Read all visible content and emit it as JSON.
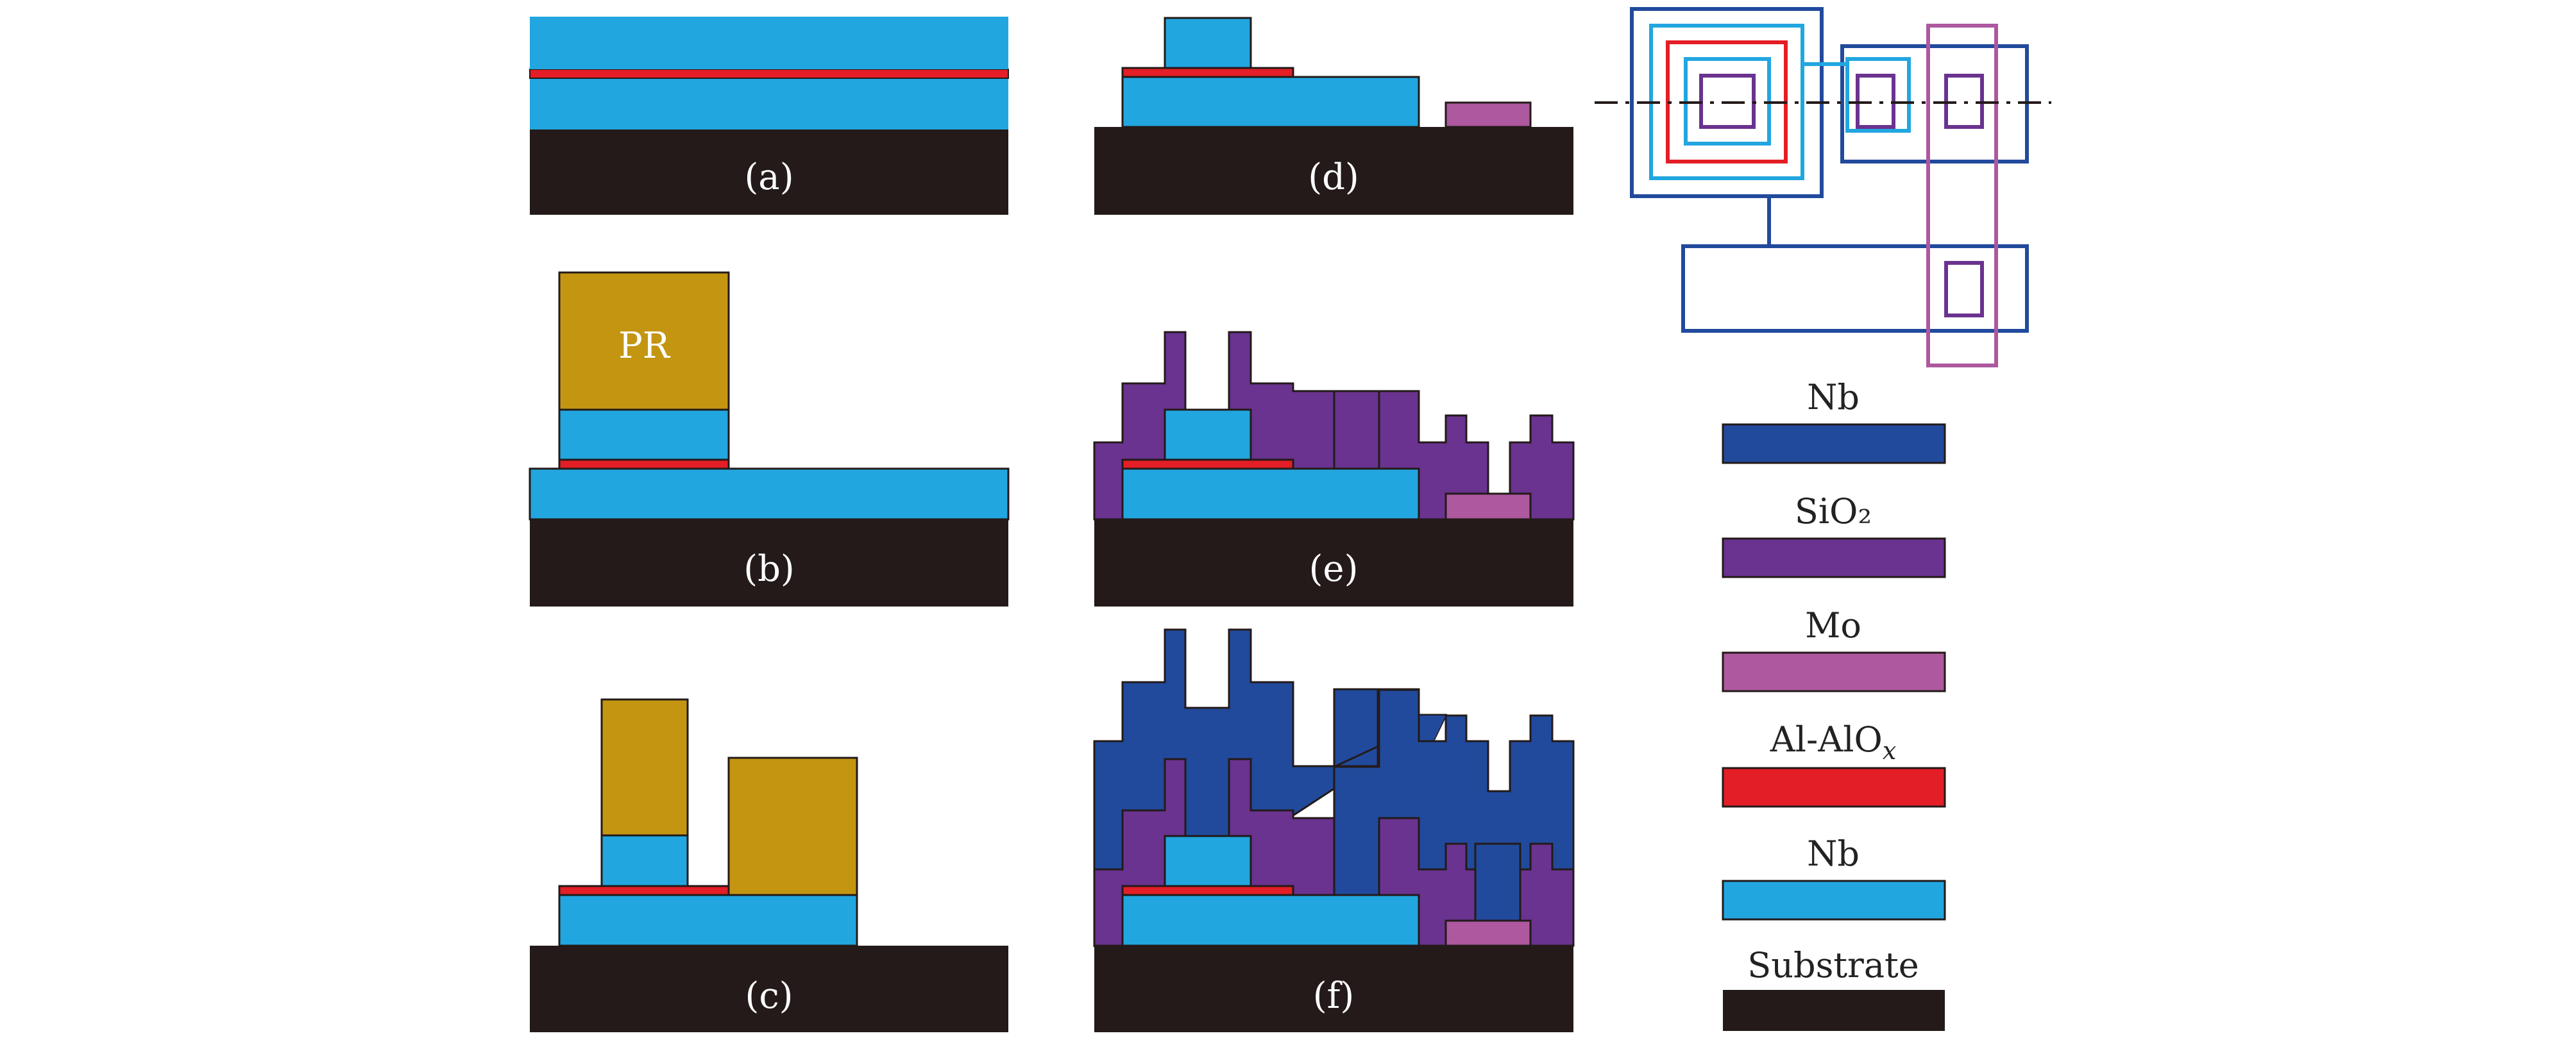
{
  "panels": {
    "a": "(a)",
    "b": "(b)",
    "c": "(c)",
    "d": "(d)",
    "e": "(e)",
    "f": "(f)"
  },
  "pr_label": "PR",
  "legend": {
    "nb_top": "Nb",
    "sio2": "SiO₂",
    "mo": "Mo",
    "al_alox": "Al-AlO",
    "al_alox_sub": "x",
    "nb_bottom": "Nb",
    "substrate": "Substrate"
  },
  "colors": {
    "nb_dark": "#214a9c",
    "sio2": "#6a338f",
    "mo": "#ad589f",
    "al_alox": "#e41e26",
    "nb_light": "#22a6df",
    "substrate": "#231a19",
    "pr": "#c49511"
  }
}
